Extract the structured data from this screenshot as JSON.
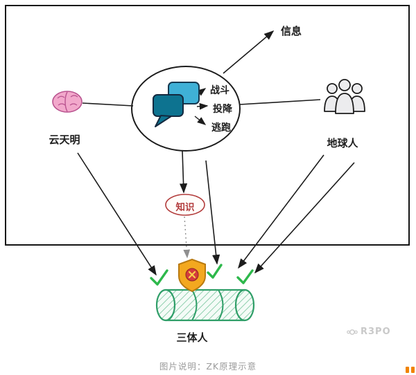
{
  "diagram": {
    "info_label": "信息",
    "options": {
      "fight": "战斗",
      "surrender": "投降",
      "flee": "逃跑"
    },
    "left_actor": "云天明",
    "right_actor": "地球人",
    "knowledge_label": "知识",
    "bottom_actor": "三体人",
    "icons": {
      "left": "brain-icon",
      "center": "chat-bubbles-icon",
      "right": "people-group-icon",
      "verify": "shield-block-icon",
      "container": "cylinder-icon",
      "checks": "green-checkmark-icon"
    }
  },
  "caption": "图片说明：ZK原理示意",
  "watermark": "R3PO",
  "colors": {
    "line": "#1c1c1c",
    "knowledge_red": "#b23b3b",
    "check_green": "#2db84b",
    "cylinder_green": "#2f9e68",
    "hatch_green": "#8fd0ae",
    "shield_gold": "#f3a81f",
    "badge_red": "#d43c3c",
    "bubble_dark": "#0d7390",
    "bubble_light": "#3fb0d6",
    "brain_pink": "#f2a8cb",
    "caption_gray": "#9b9b9b",
    "watermark_gray": "#c9c9c9",
    "fragment_orange": "#f08300"
  }
}
